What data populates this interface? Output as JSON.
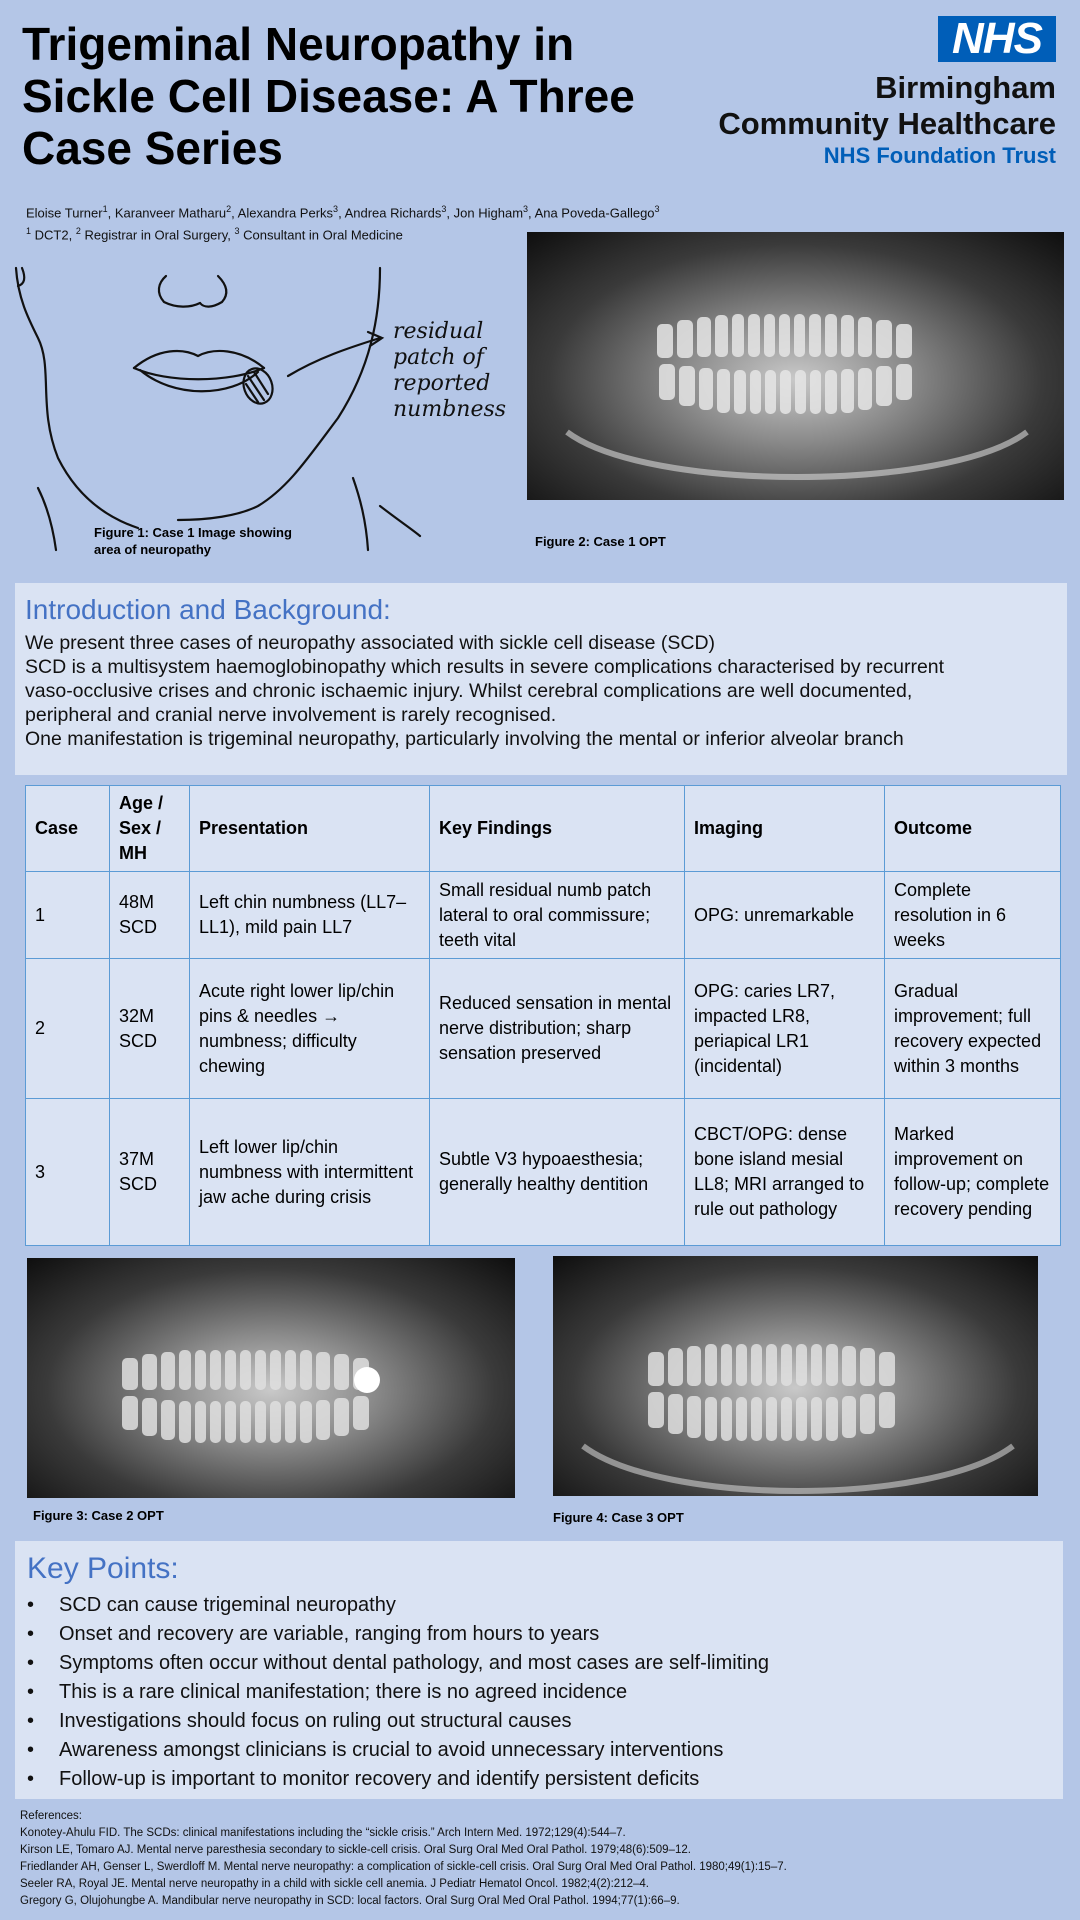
{
  "title": "Trigeminal Neuropathy in Sickle Cell Disease: A Three Case Series",
  "logo": {
    "nhs": "NHS",
    "org_line1": "Birmingham",
    "org_line2": "Community Healthcare",
    "trust": "NHS Foundation Trust"
  },
  "authors": {
    "names": [
      {
        "name": "Eloise Turner",
        "sup": "1"
      },
      {
        "name": "Karanveer Matharu",
        "sup": "2"
      },
      {
        "name": "Alexandra Perks",
        "sup": "3"
      },
      {
        "name": "Andrea Richards",
        "sup": "3"
      },
      {
        "name": "Jon Higham",
        "sup": "3"
      },
      {
        "name": "Ana Poveda-Gallego",
        "sup": "3"
      }
    ],
    "affiliations": [
      {
        "sup": "1",
        "text": "DCT2,"
      },
      {
        "sup": "2",
        "text": "Registrar in Oral Surgery,"
      },
      {
        "sup": "3",
        "text": "Consultant in Oral Medicine"
      }
    ]
  },
  "figures": {
    "fig1_annotation": [
      "residual",
      "patch of",
      "reported",
      "numbness"
    ],
    "fig1_caption": [
      "Figure 1: Case 1 Image showing",
      "area of neuropathy"
    ],
    "fig2_caption": "Figure 2: Case 1 OPT",
    "fig3_caption": "Figure 3: Case 2 OPT",
    "fig4_caption": "Figure 4: Case 3 OPT"
  },
  "intro": {
    "heading": "Introduction and Background:",
    "lines": [
      "We present three cases of neuropathy associated with sickle cell disease (SCD)",
      "SCD is a multisystem haemoglobinopathy which results in severe complications characterised by recurrent",
      "vaso-occlusive crises and chronic ischaemic injury. Whilst cerebral complications are well documented,",
      "peripheral and cranial nerve involvement is rarely recognised.",
      "One manifestation is trigeminal neuropathy, particularly involving the mental or inferior alveolar branch"
    ]
  },
  "table": {
    "headers": [
      "Case",
      "Age / Sex / MH",
      "Presentation",
      "Key Findings",
      "Imaging",
      "Outcome"
    ],
    "rows": [
      [
        "1",
        "48M SCD",
        "Left chin numbness (LL7–LL1), mild pain LL7",
        "Small residual numb patch lateral to oral commissure; teeth vital",
        "OPG: unremarkable",
        "Complete resolution in 6 weeks"
      ],
      [
        "2",
        "32M SCD",
        "Acute right lower lip/chin pins & needles → numbness; difficulty chewing",
        "Reduced sensation in mental nerve distribution; sharp sensation preserved",
        "OPG: caries LR7, impacted LR8, periapical LR1 (incidental)",
        "Gradual improvement; full recovery expected within 3 months"
      ],
      [
        "3",
        "37M SCD",
        "Left lower lip/chin numbness with intermittent jaw ache during crisis",
        "Subtle V3 hypoaesthesia; generally healthy dentition",
        "CBCT/OPG: dense bone island mesial LL8; MRI arranged to rule out pathology",
        "Marked improvement on follow-up; complete recovery pending"
      ]
    ]
  },
  "key_points": {
    "heading": "Key Points:",
    "bullet": "•",
    "items": [
      "SCD can cause trigeminal neuropathy",
      "Onset and recovery are variable, ranging from hours to years",
      "Symptoms often occur without dental pathology, and most cases are self-limiting",
      "This is a rare clinical manifestation; there is no agreed incidence",
      "Investigations should focus on ruling out structural causes",
      "Awareness amongst clinicians is crucial to avoid unnecessary interventions",
      "Follow-up is important to monitor recovery and identify persistent deficits"
    ]
  },
  "references": {
    "heading": "References:",
    "items": [
      "Konotey-Ahulu FID. The SCDs: clinical manifestations including the “sickle crisis.” Arch Intern Med. 1972;129(4):544–7.",
      "Kirson LE, Tomaro AJ. Mental nerve paresthesia secondary to sickle-cell crisis. Oral Surg Oral Med Oral Pathol. 1979;48(6):509–12.",
      "Friedlander AH, Genser L, Swerdloff M. Mental nerve neuropathy: a complication of sickle-cell crisis. Oral Surg Oral Med Oral Pathol. 1980;49(1):15–7.",
      "Seeler RA, Royal JE. Mental nerve neuropathy in a child with sickle cell anemia. J Pediatr Hematol Oncol. 1982;4(2):212–4.",
      "Gregory G, Olujohungbe A. Mandibular nerve neuropathy in SCD: local factors. Oral Surg Oral Med Oral Pathol. 1994;77(1):66–9."
    ]
  },
  "colors": {
    "background": "#b4c6e7",
    "panel": "#dae3f3",
    "heading_blue": "#4472c4",
    "nhs_blue": "#005eb8",
    "table_border": "#5b9bd5"
  }
}
